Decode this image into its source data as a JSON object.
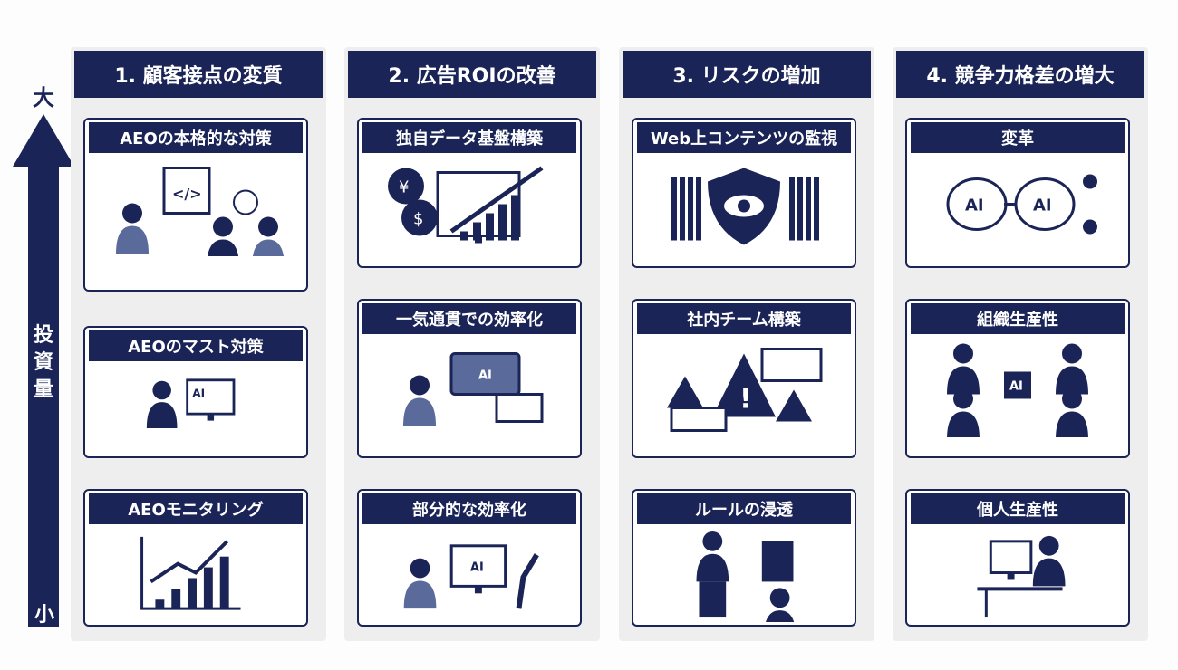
{
  "axis": {
    "label": "投資量",
    "top": "大",
    "bottom": "小"
  },
  "columns": [
    {
      "title": "1. 顧客接点の変質",
      "cards": [
        {
          "title": "AEOの本格的な対策",
          "icon": "person-code-handshake-icon"
        },
        {
          "title": "AEOのマスト対策",
          "icon": "person-ai-monitor-icon"
        },
        {
          "title": "AEOモニタリング",
          "icon": "growth-chart-icon"
        }
      ]
    },
    {
      "title": "2. 広告ROIの改善",
      "cards": [
        {
          "title": "独自データ基盤構築",
          "icon": "currency-growth-icon"
        },
        {
          "title": "一気通貫での効率化",
          "icon": "person-workflow-icon"
        },
        {
          "title": "部分的な効率化",
          "icon": "person-ai-robot-arm-icon"
        }
      ]
    },
    {
      "title": "3. リスクの増加",
      "cards": [
        {
          "title": "Web上コンテンツの監視",
          "icon": "shield-eye-icon"
        },
        {
          "title": "社内チーム構築",
          "icon": "warning-windows-icon"
        },
        {
          "title": "ルールの浸透",
          "icon": "presenter-icon"
        }
      ]
    },
    {
      "title": "4. 競争力格差の増大",
      "cards": [
        {
          "title": "変革",
          "icon": "ai-brains-gears-icon"
        },
        {
          "title": "組織生産性",
          "icon": "team-ai-hub-icon"
        },
        {
          "title": "個人生産性",
          "icon": "person-desk-icon"
        }
      ]
    }
  ],
  "icon_ai_text": "AI",
  "colors": {
    "navy": "#1a2456",
    "panel": "#eeeeee",
    "accent": "#5a6a9a"
  }
}
